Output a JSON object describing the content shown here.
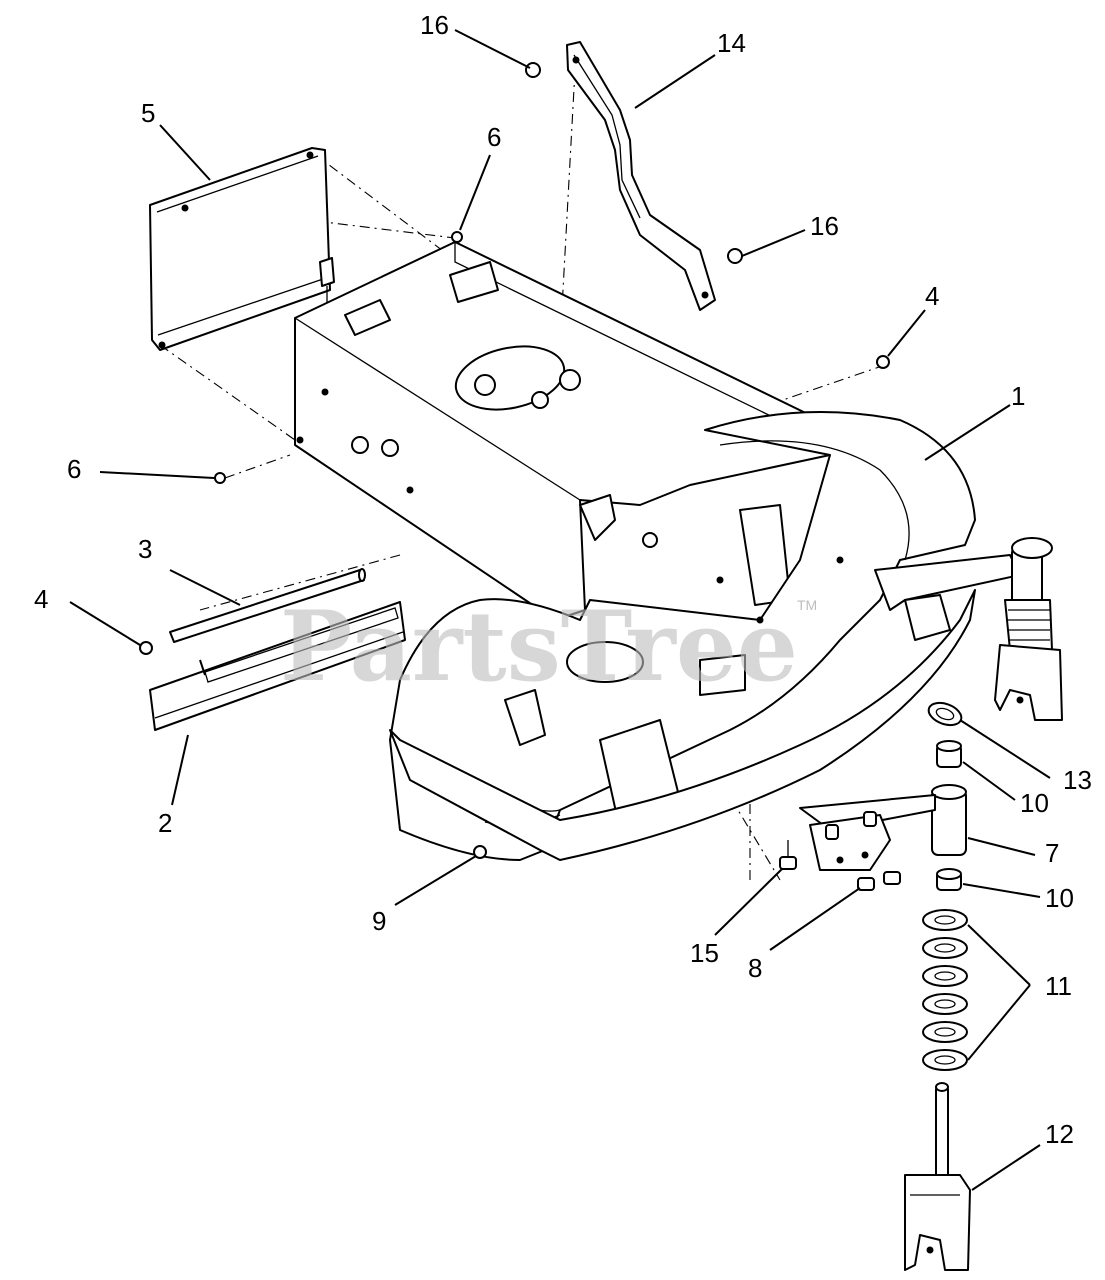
{
  "watermark": {
    "text": "PartsTree",
    "tm": "TM"
  },
  "callouts": {
    "c1": "1",
    "c2": "2",
    "c3": "3",
    "c4a": "4",
    "c4b": "4",
    "c5": "5",
    "c6a": "6",
    "c6b": "6",
    "c7": "7",
    "c8": "8",
    "c9": "9",
    "c10a": "10",
    "c10b": "10",
    "c11": "11",
    "c12": "12",
    "c13": "13",
    "c14": "14",
    "c15": "15",
    "c16a": "16",
    "c16b": "16"
  }
}
